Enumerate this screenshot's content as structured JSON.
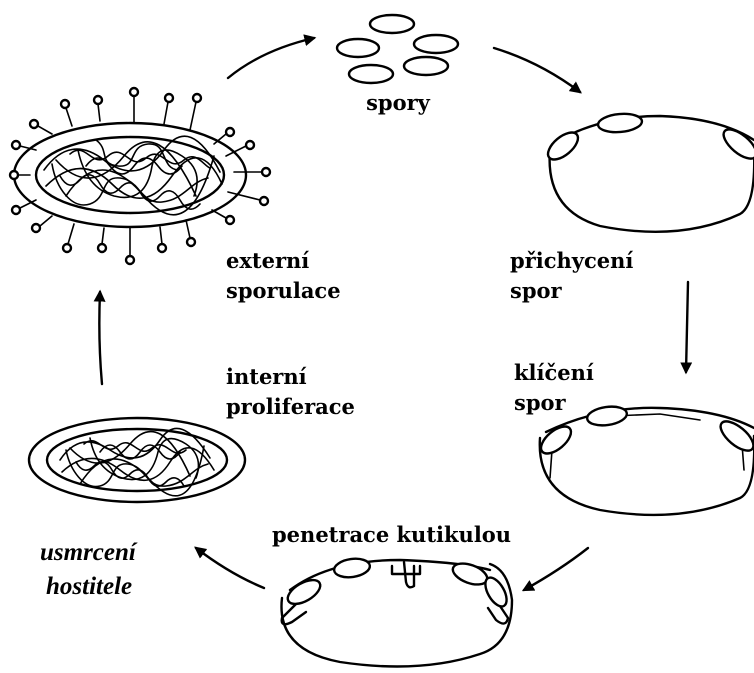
{
  "diagram": {
    "labels": {
      "spores": "spory",
      "attachment_1": "přichycení",
      "attachment_2": "spor",
      "germination_1": "klíčení",
      "germination_2": "spor",
      "penetration": "penetrace kutikulou",
      "host_death_1": "usmrcení",
      "host_death_2": "hostitele",
      "internal_1": "interní",
      "internal_2": "proliferace",
      "external_1": "externí",
      "external_2": "sporulace"
    }
  }
}
